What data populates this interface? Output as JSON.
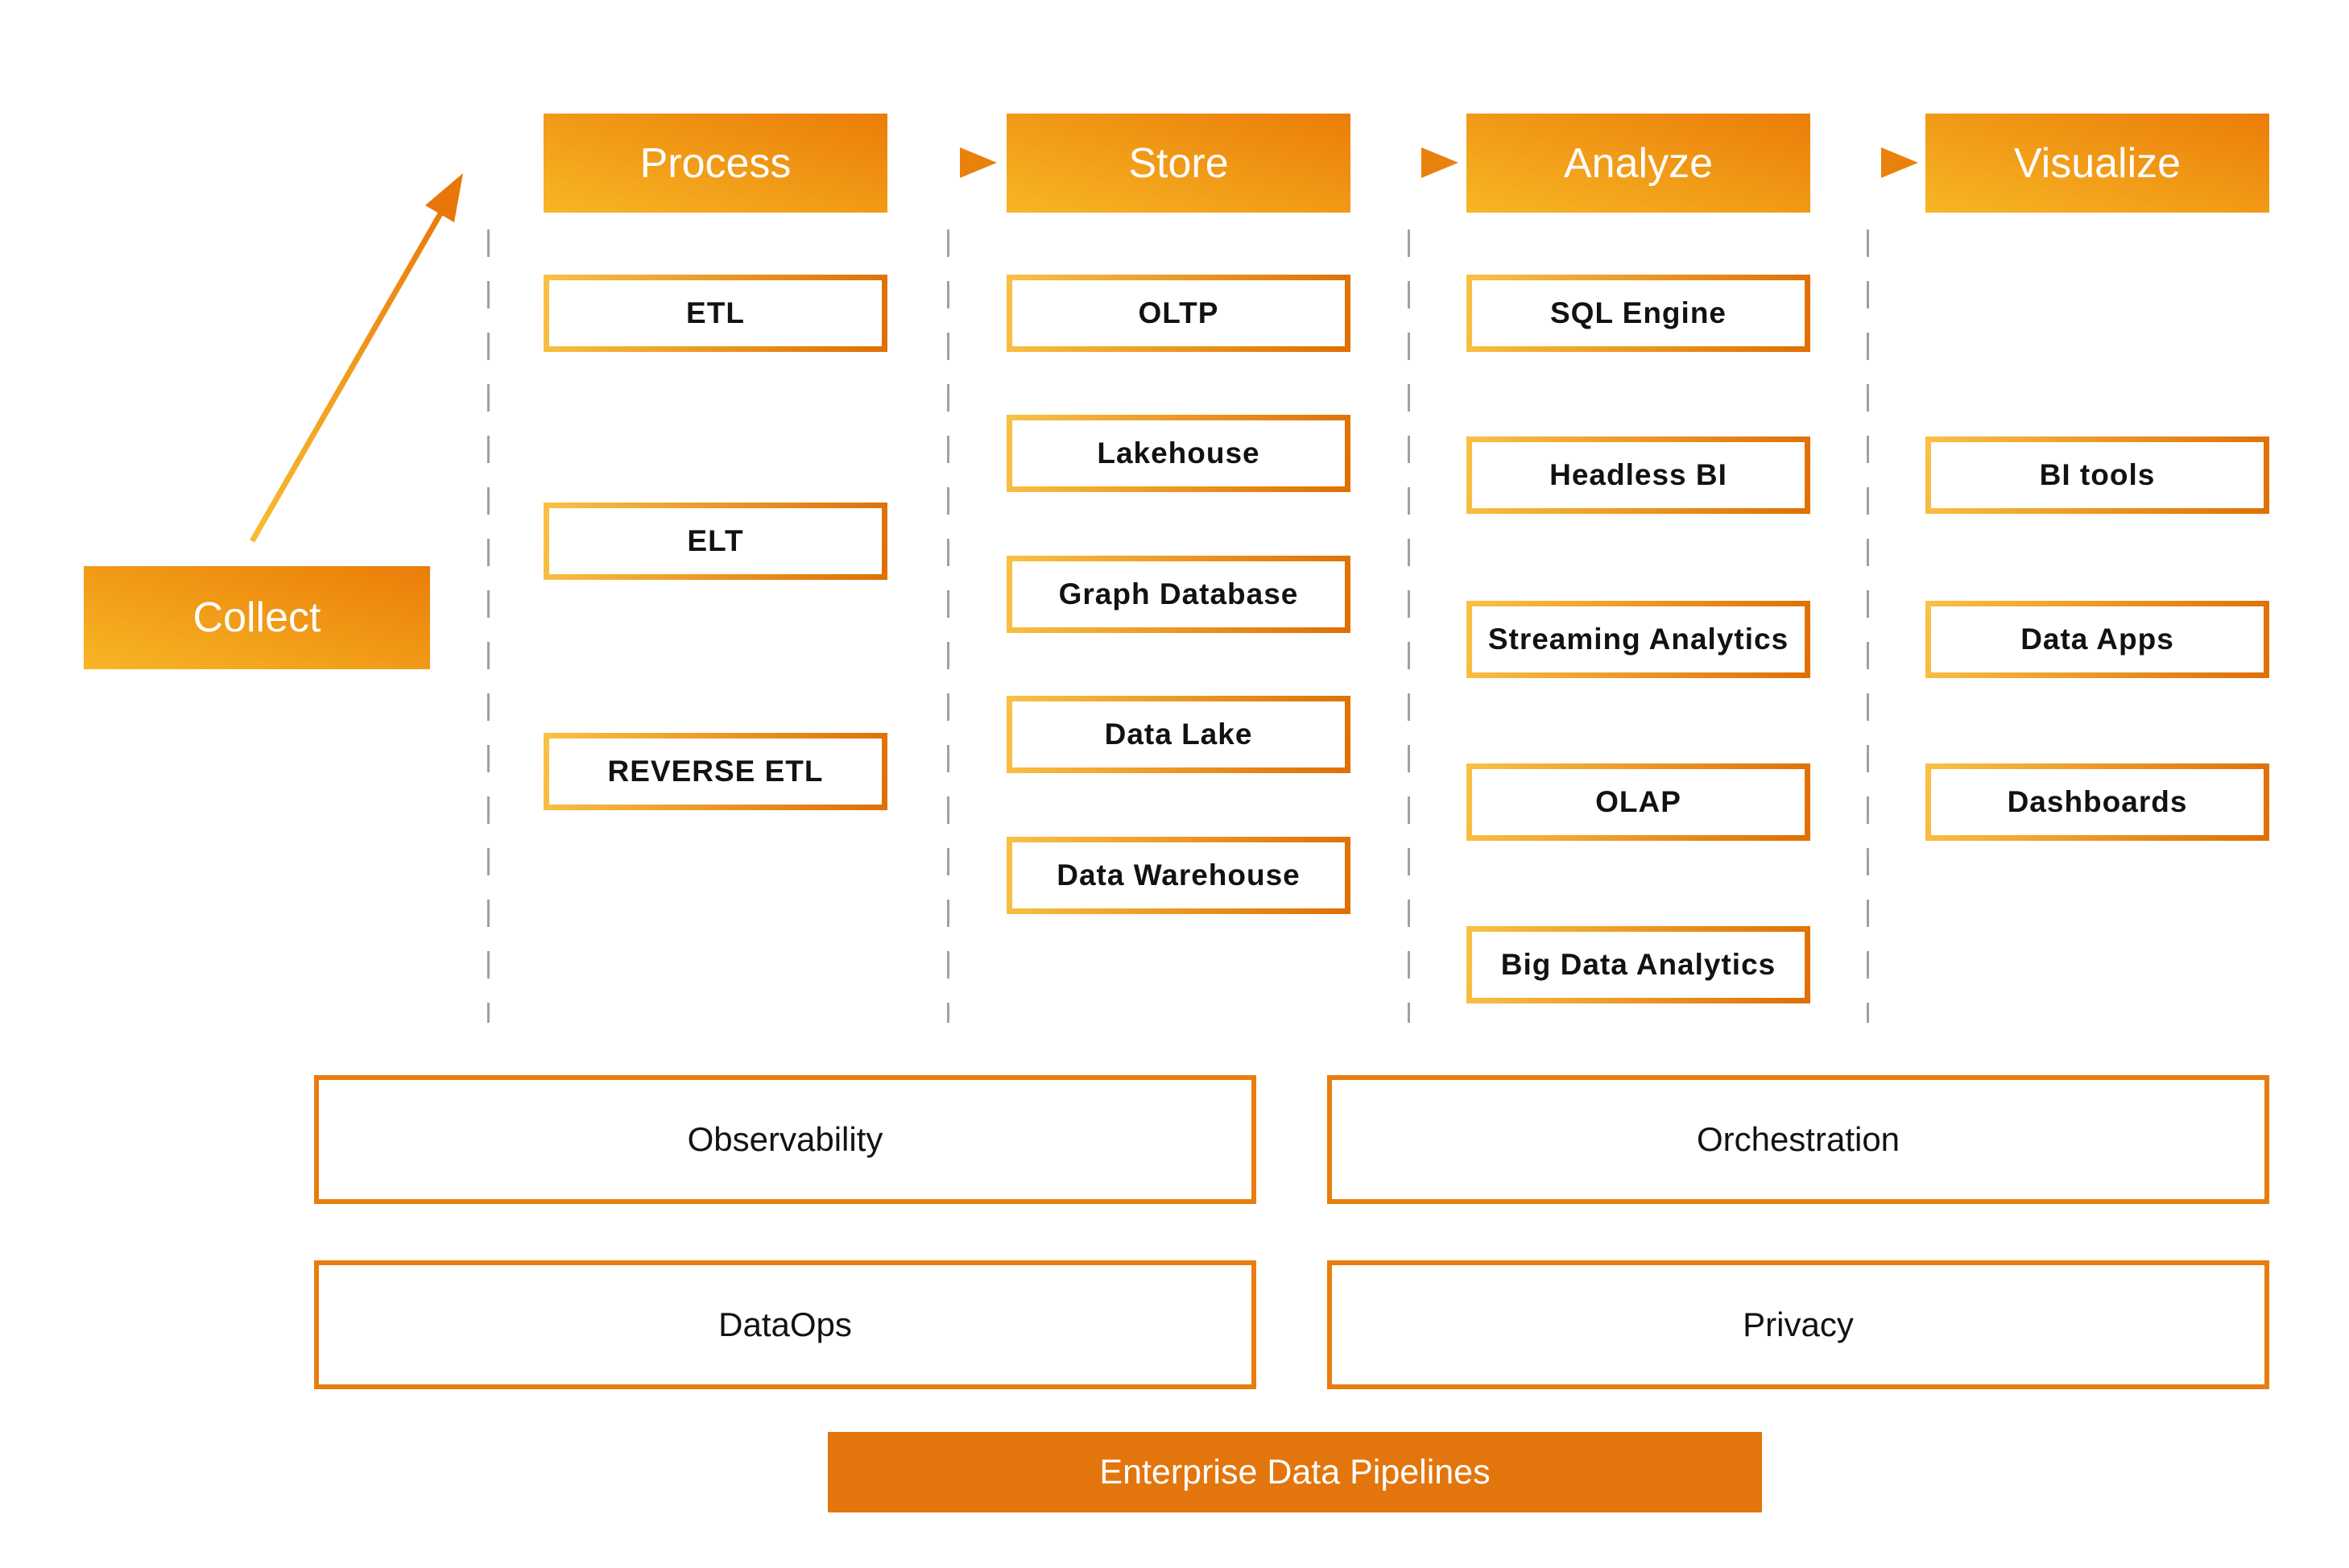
{
  "diagram": {
    "collect": {
      "label": "Collect"
    },
    "stages": [
      {
        "id": "process",
        "label": "Process",
        "items": [
          "ETL",
          "ELT",
          "REVERSE ETL"
        ]
      },
      {
        "id": "store",
        "label": "Store",
        "items": [
          "OLTP",
          "Lakehouse",
          "Graph Database",
          "Data Lake",
          "Data Warehouse"
        ]
      },
      {
        "id": "analyze",
        "label": "Analyze",
        "items": [
          "SQL Engine",
          "Headless BI",
          "Streaming Analytics",
          "OLAP",
          "Big Data Analytics"
        ]
      },
      {
        "id": "visualize",
        "label": "Visualize",
        "items": [
          "BI tools",
          "Data Apps",
          "Dashboards"
        ]
      }
    ],
    "cross_cutting": [
      {
        "label": "Observability"
      },
      {
        "label": "Orchestration"
      },
      {
        "label": "DataOps"
      },
      {
        "label": "Privacy"
      }
    ],
    "footer": {
      "label": "Enterprise Data Pipelines"
    },
    "icons": {
      "flow_arrow": "right-arrow",
      "collect_arrow": "diagonal-up-right-arrow"
    },
    "colors": {
      "gradient_light": "#F7B625",
      "gradient_dark": "#EB7D09",
      "border_gradient_light": "#F8C044",
      "border_gradient_dark": "#DF7004",
      "solid_bar": "#E2760D",
      "outline_bar_border": "#E87D0E",
      "dashed_line": "#A0A0A0",
      "text_dark": "#121212",
      "text_light": "#FFFFFF"
    }
  }
}
